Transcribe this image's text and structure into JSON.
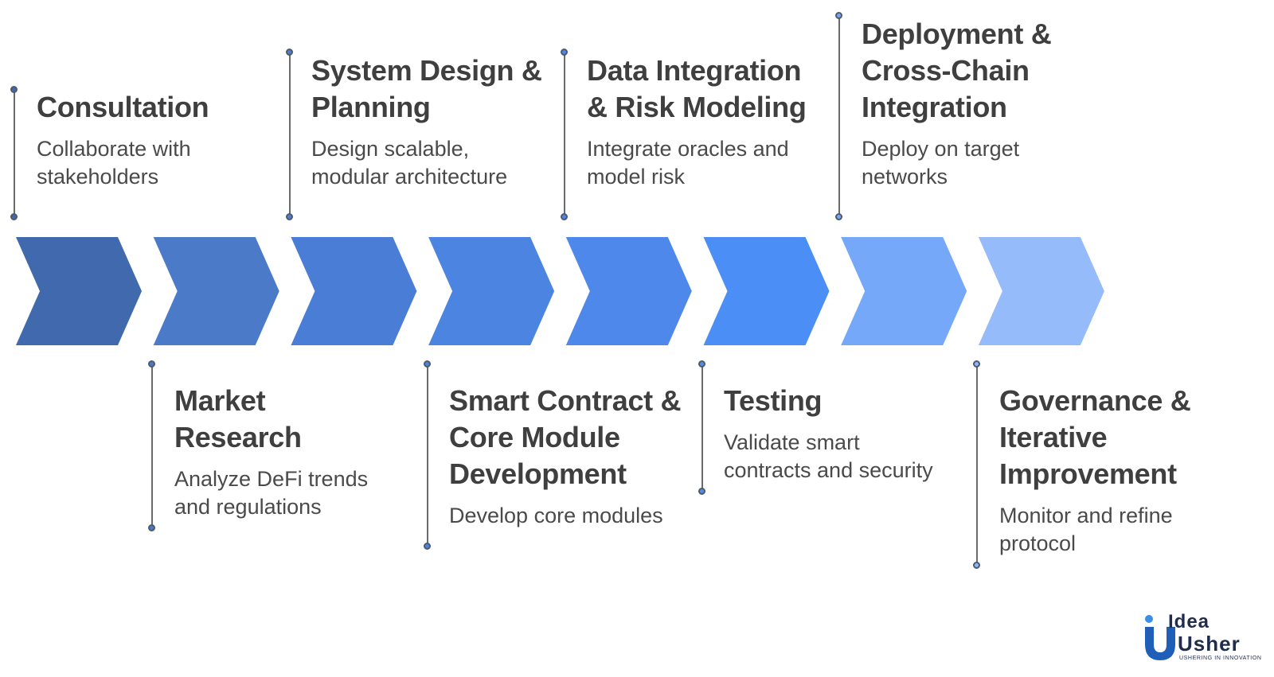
{
  "steps_top": [
    {
      "title_lines": [
        "Consultation"
      ],
      "desc_lines": [
        "Collaborate with",
        "stakeholders"
      ],
      "accent": "#4169ad"
    },
    {
      "title_lines": [
        "System Design &",
        "Planning"
      ],
      "desc_lines": [
        "Design scalable,",
        "modular architecture"
      ],
      "accent": "#4a7ed6"
    },
    {
      "title_lines": [
        "Data Integration",
        "& Risk Modeling"
      ],
      "desc_lines": [
        "Integrate oracles and",
        "model risk"
      ],
      "accent": "#4d88ea"
    },
    {
      "title_lines": [
        "Deployment &",
        "Cross-Chain",
        "Integration"
      ],
      "desc_lines": [
        "Deploy on target",
        "networks"
      ],
      "accent": "#75a8f8"
    }
  ],
  "steps_bottom": [
    {
      "title_lines": [
        "Market",
        "Research"
      ],
      "desc_lines": [
        "Analyze DeFi trends",
        "and regulations"
      ],
      "accent": "#4a7ac8"
    },
    {
      "title_lines": [
        "Smart Contract &",
        "Core Module",
        "Development"
      ],
      "desc_lines": [
        "Develop core modules"
      ],
      "accent": "#4c84e2"
    },
    {
      "title_lines": [
        "Testing"
      ],
      "desc_lines": [
        "Validate smart",
        "contracts and security"
      ],
      "accent": "#4b8ef5"
    },
    {
      "title_lines": [
        "Governance &",
        "Iterative",
        "Improvement"
      ],
      "desc_lines": [
        "Monitor and refine",
        "protocol"
      ],
      "accent": "#8db8fa"
    }
  ],
  "chevron_colors": [
    "#4169ad",
    "#4a7ac8",
    "#4a7ed6",
    "#4c84e2",
    "#4d88ea",
    "#4b8ef5",
    "#75a8f8",
    "#95bbfa"
  ],
  "logo": {
    "word1": "Idea",
    "word2": "Usher",
    "tagline": "USHERING IN INNOVATION",
    "colors": {
      "primary": "#1f2c4e",
      "accent": "#3b8ee8"
    }
  }
}
